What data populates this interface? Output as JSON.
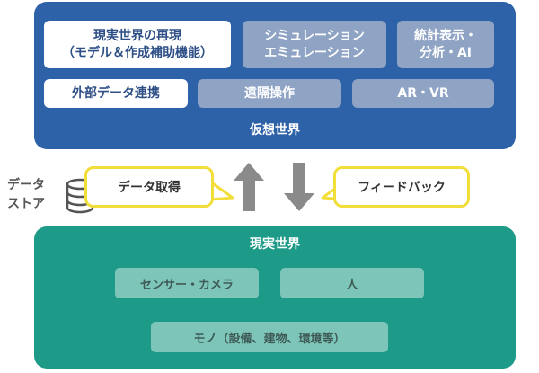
{
  "virtual_world": {
    "title": "仮想世界",
    "boxes": {
      "reproduction_line1": "現実世界の再現",
      "reproduction_line2": "（モデル＆作成補助機能）",
      "simulation_line1": "シミュレーション",
      "simulation_line2": "エミュレーション",
      "statistics_line1": "統計表示・",
      "statistics_line2": "分析・AI",
      "external_data": "外部データ連携",
      "remote_control": "遠隔操作",
      "ar_vr": "AR・VR"
    }
  },
  "middle": {
    "data_store_line1": "データ",
    "data_store_line2": "ストア",
    "data_acquisition": "データ取得",
    "feedback": "フィードバック"
  },
  "real_world": {
    "title": "現実世界",
    "boxes": {
      "sensors_cameras": "センサー・カメラ",
      "people": "人",
      "things": "モノ（設備、建物、環境等）"
    }
  },
  "colors": {
    "virtual_panel": "#2d61a8",
    "virtual_box_grey": "#8fa3c4",
    "real_panel": "#1e9a88",
    "real_box": "#7dc5b8",
    "callout_border": "#f2de3a",
    "arrow_grey": "#8a8a8a"
  }
}
